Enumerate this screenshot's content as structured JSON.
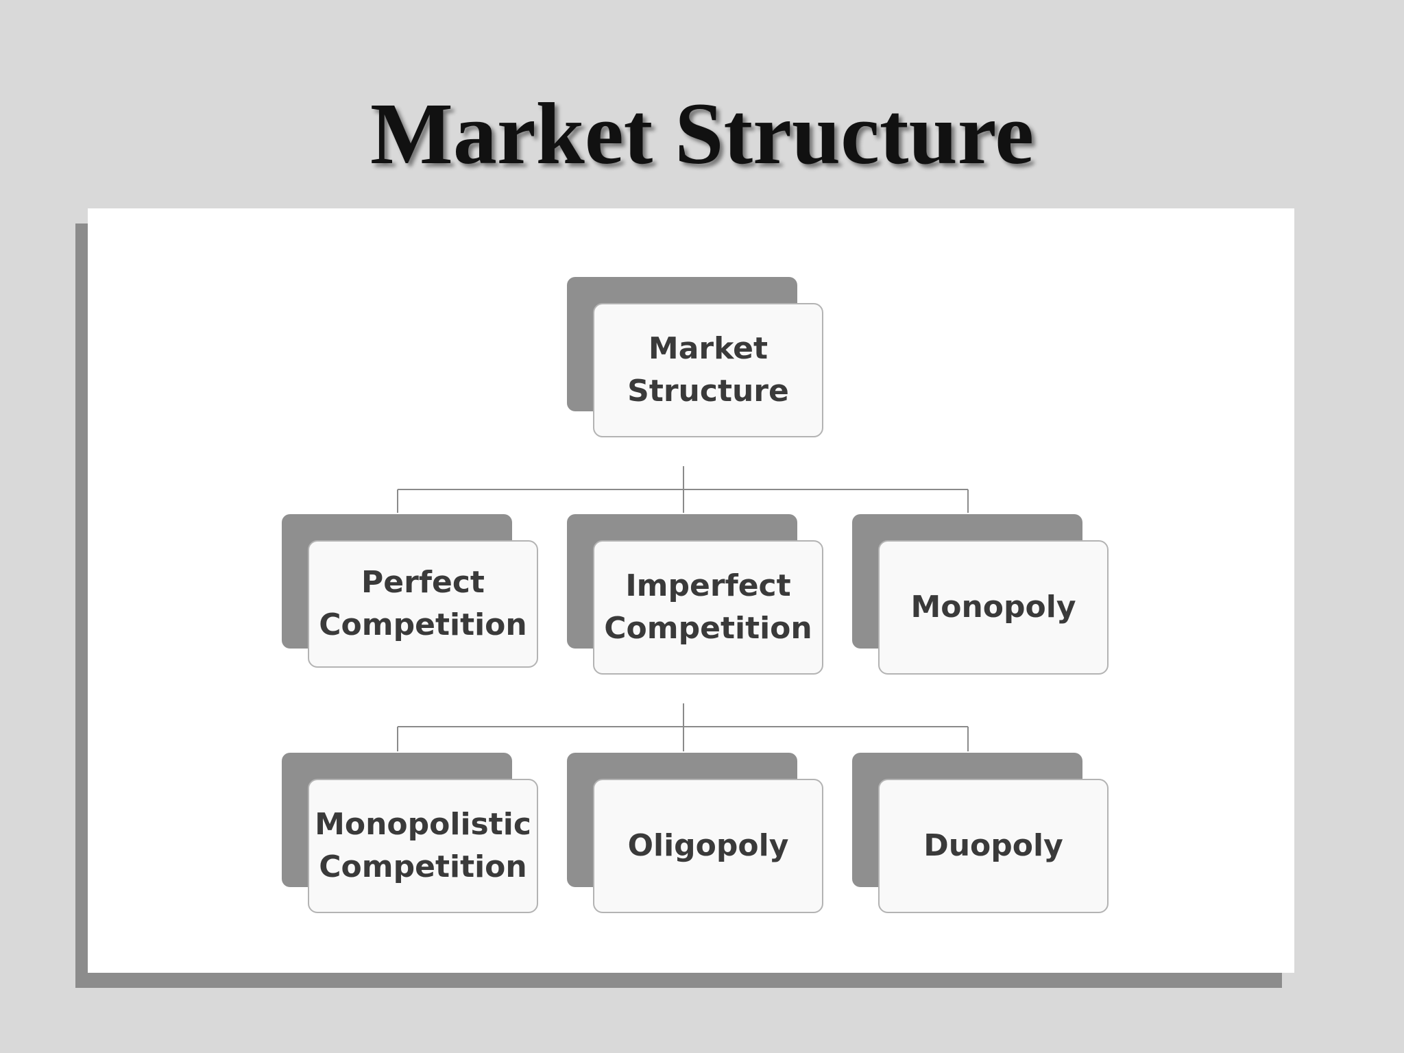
{
  "title": "Market Structure",
  "diagram": {
    "root": {
      "label": "Market\nStructure"
    },
    "level1": [
      {
        "id": "perfect",
        "label": "Perfect\nCompetition"
      },
      {
        "id": "imperfect",
        "label": "Imperfect\nCompetition"
      },
      {
        "id": "monopoly",
        "label": "Monopoly"
      }
    ],
    "level2": [
      {
        "id": "monopolistic",
        "label": "Monopolistic\nCompetition"
      },
      {
        "id": "oligopoly",
        "label": "Oligopoly"
      },
      {
        "id": "duopoly",
        "label": "Duopoly"
      }
    ],
    "edges": [
      [
        "root",
        "perfect"
      ],
      [
        "root",
        "imperfect"
      ],
      [
        "root",
        "monopoly"
      ],
      [
        "imperfect",
        "monopolistic"
      ],
      [
        "imperfect",
        "oligopoly"
      ],
      [
        "imperfect",
        "duopoly"
      ]
    ],
    "colors": {
      "node_back": "#8f8f8f",
      "node_front": "#f9f9f9",
      "node_border": "#b3b3b3",
      "connector": "#8a8a8a",
      "label": "#3a3a3a"
    }
  }
}
